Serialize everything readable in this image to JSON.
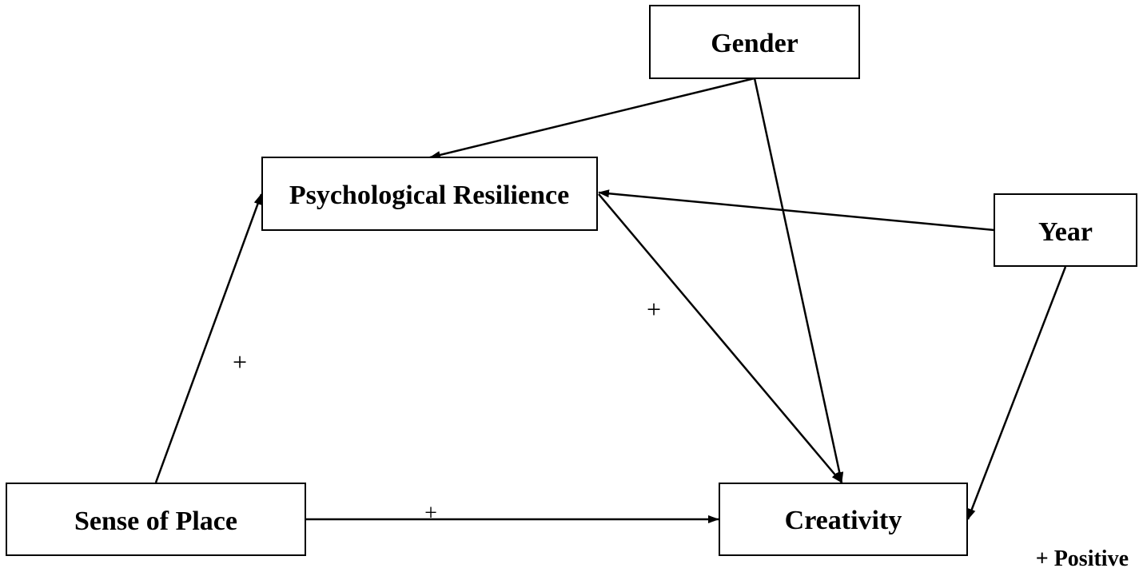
{
  "nodes": {
    "gender": "Gender",
    "resilience": "Psychological Resilience",
    "year": "Year",
    "sense_of_place": "Sense of Place",
    "creativity": "Creativity"
  },
  "edges": [
    {
      "from": "Gender",
      "to": "Psychological Resilience",
      "sign": ""
    },
    {
      "from": "Gender",
      "to": "Creativity",
      "sign": ""
    },
    {
      "from": "Year",
      "to": "Psychological Resilience",
      "sign": ""
    },
    {
      "from": "Year",
      "to": "Creativity",
      "sign": ""
    },
    {
      "from": "Sense of Place",
      "to": "Psychological Resilience",
      "sign": "+"
    },
    {
      "from": "Psychological Resilience",
      "to": "Creativity",
      "sign": "+"
    },
    {
      "from": "Sense of Place",
      "to": "Creativity",
      "sign": "+"
    }
  ],
  "signs": {
    "sense_to_resilience": "+",
    "resilience_to_creativity": "+",
    "sense_to_creativity": "+"
  },
  "legend": {
    "text": "+ Positive"
  }
}
